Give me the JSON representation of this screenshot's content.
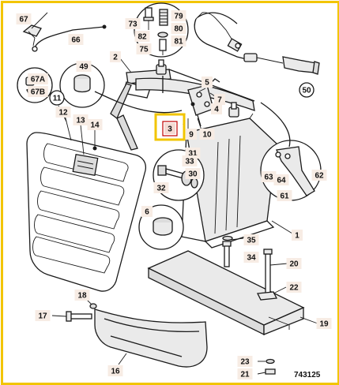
{
  "diagram": {
    "figure_id": "743125",
    "selected_part": "3",
    "callouts": [
      {
        "id": "c67",
        "label": "67",
        "style": "box"
      },
      {
        "id": "c66",
        "label": "66",
        "style": "box"
      },
      {
        "id": "c67a",
        "label": "67A",
        "style": "box"
      },
      {
        "id": "c67b",
        "label": "67B",
        "style": "box"
      },
      {
        "id": "c73",
        "label": "73",
        "style": "box"
      },
      {
        "id": "c79",
        "label": "79",
        "style": "box"
      },
      {
        "id": "c80",
        "label": "80",
        "style": "box"
      },
      {
        "id": "c82",
        "label": "82",
        "style": "box"
      },
      {
        "id": "c81",
        "label": "81",
        "style": "box"
      },
      {
        "id": "c75",
        "label": "75",
        "style": "box"
      },
      {
        "id": "c50",
        "label": "50",
        "style": "circle"
      },
      {
        "id": "c49",
        "label": "49",
        "style": "box"
      },
      {
        "id": "c2",
        "label": "2",
        "style": "box"
      },
      {
        "id": "c5",
        "label": "5",
        "style": "box"
      },
      {
        "id": "c7",
        "label": "7",
        "style": "box"
      },
      {
        "id": "c4",
        "label": "4",
        "style": "box"
      },
      {
        "id": "c11",
        "label": "11",
        "style": "circle"
      },
      {
        "id": "c12",
        "label": "12",
        "style": "box"
      },
      {
        "id": "c13",
        "label": "13",
        "style": "box"
      },
      {
        "id": "c14",
        "label": "14",
        "style": "box"
      },
      {
        "id": "c3",
        "label": "3",
        "style": "box"
      },
      {
        "id": "c9",
        "label": "9",
        "style": "box"
      },
      {
        "id": "c10",
        "label": "10",
        "style": "box"
      },
      {
        "id": "c31",
        "label": "31",
        "style": "box"
      },
      {
        "id": "c33",
        "label": "33",
        "style": "box"
      },
      {
        "id": "c30",
        "label": "30",
        "style": "box"
      },
      {
        "id": "c32",
        "label": "32",
        "style": "box"
      },
      {
        "id": "c63",
        "label": "63",
        "style": "box"
      },
      {
        "id": "c64",
        "label": "64",
        "style": "box"
      },
      {
        "id": "c62",
        "label": "62",
        "style": "box"
      },
      {
        "id": "c61",
        "label": "61",
        "style": "box"
      },
      {
        "id": "c6",
        "label": "6",
        "style": "box"
      },
      {
        "id": "c1",
        "label": "1",
        "style": "box"
      },
      {
        "id": "c35",
        "label": "35",
        "style": "box"
      },
      {
        "id": "c34",
        "label": "34",
        "style": "box"
      },
      {
        "id": "c20",
        "label": "20",
        "style": "box"
      },
      {
        "id": "c22",
        "label": "22",
        "style": "box"
      },
      {
        "id": "c18",
        "label": "18",
        "style": "box"
      },
      {
        "id": "c17",
        "label": "17",
        "style": "box"
      },
      {
        "id": "c19",
        "label": "19",
        "style": "box"
      },
      {
        "id": "c16",
        "label": "16",
        "style": "box"
      },
      {
        "id": "c23",
        "label": "23",
        "style": "box"
      },
      {
        "id": "c21",
        "label": "21",
        "style": "box"
      }
    ]
  },
  "colors": {
    "selection_border": "#f2c500",
    "selected_outline": "#c00000",
    "callout_fill": "#f7ece4",
    "line": "#1a1a1a"
  }
}
